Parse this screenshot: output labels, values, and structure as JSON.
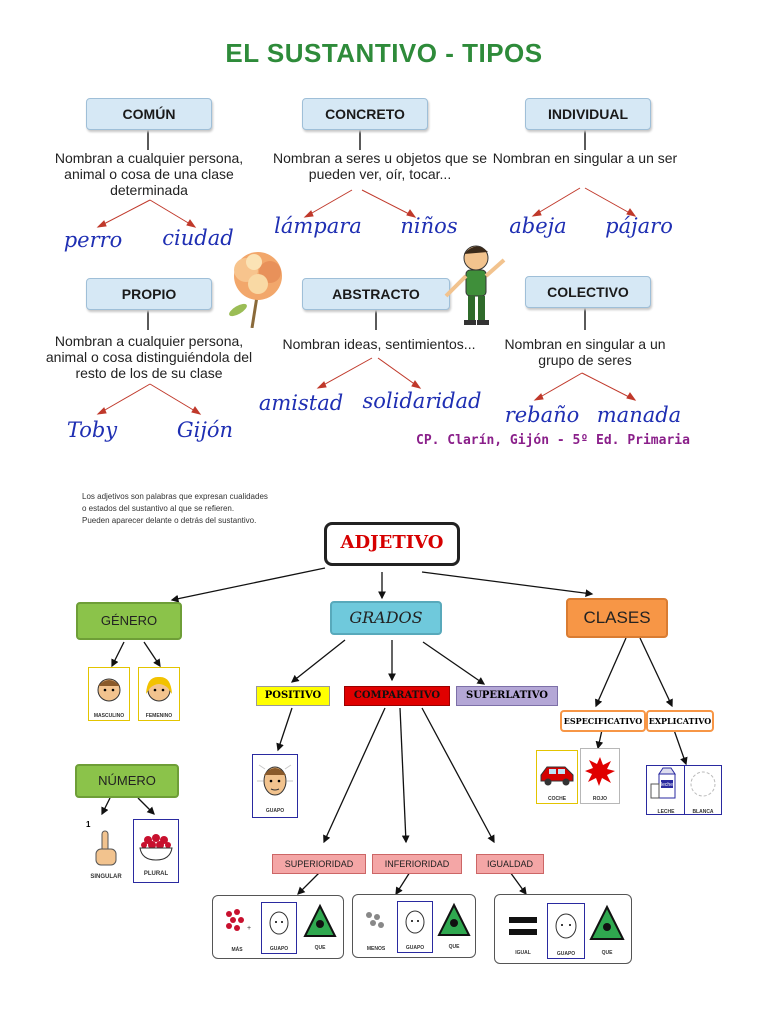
{
  "sustantivo": {
    "title": "EL SUSTANTIVO - TIPOS",
    "types": [
      {
        "name": "COMÚN",
        "desc": "Nombran a cualquier persona, animal o cosa de una clase determinada",
        "examples": [
          "perro",
          "ciudad"
        ]
      },
      {
        "name": "CONCRETO",
        "desc": "Nombran a seres u objetos que se pueden ver, oír, tocar...",
        "examples": [
          "lámpara",
          "niños"
        ]
      },
      {
        "name": "INDIVIDUAL",
        "desc": "Nombran en singular a un ser",
        "examples": [
          "abeja",
          "pájaro"
        ]
      },
      {
        "name": "PROPIO",
        "desc": "Nombran a cualquier persona, animal o cosa distinguiéndola del resto de los de su clase",
        "examples": [
          "Toby",
          "Gijón"
        ]
      },
      {
        "name": "ABSTRACTO",
        "desc": "Nombran ideas, sentimientos...",
        "examples": [
          "amistad",
          "solidaridad"
        ]
      },
      {
        "name": "COLECTIVO",
        "desc": "Nombran en singular a un grupo de seres",
        "examples": [
          "rebaño",
          "manada"
        ]
      }
    ],
    "credit": "CP. Clarín, Gijón - 5º Ed. Primaria"
  },
  "adjetivo": {
    "intro": [
      "Los adjetivos son palabras que expresan cualidades",
      "o estados del sustantivo al que se refieren.",
      "Pueden aparecer delante o detrás del sustantivo."
    ],
    "title": "ADJETIVO",
    "branches": {
      "genero": "GÉNERO",
      "grados": "GRADOS",
      "clases": "CLASES",
      "numero": "NÚMERO"
    },
    "genero_cards": [
      "MASCULINO",
      "FEMENINO"
    ],
    "numero_cards": [
      "SINGULAR",
      "PLURAL"
    ],
    "numero_one": "1",
    "grados_tags": [
      "POSITIVO",
      "COMPARATIVO",
      "SUPERLATIVO"
    ],
    "positivo_card": "GUAPO",
    "comparativo_tags": [
      "SUPERIORIDAD",
      "INFERIORIDAD",
      "IGUALDAD"
    ],
    "comparativo_groups": [
      [
        "MÁS",
        "GUAPO",
        "QUE"
      ],
      [
        "MENOS",
        "GUAPO",
        "QUE"
      ],
      [
        "IGUAL",
        "GUAPO",
        "QUE"
      ]
    ],
    "clases_tags": [
      "ESPECIFICATIVO",
      "EXPLICATIVO"
    ],
    "especificativo_cards": [
      "COCHE",
      "ROJO"
    ],
    "explicativo_cards": [
      "LECHE",
      "BLANCA"
    ],
    "milk_label": "leche",
    "colors": {
      "title_green": "#2e8b3a",
      "example_blue": "#1f2fb3",
      "credit_purple": "#8a1f8a",
      "genero_green": "#8bc34a",
      "grados_cyan": "#6fc9dc",
      "clases_orange": "#f79646",
      "positivo_yellow": "#ffff00",
      "comparativo_red": "#e00000",
      "superlativo_purple": "#b4a7d6",
      "comp_pink": "#f4a6a6"
    }
  }
}
